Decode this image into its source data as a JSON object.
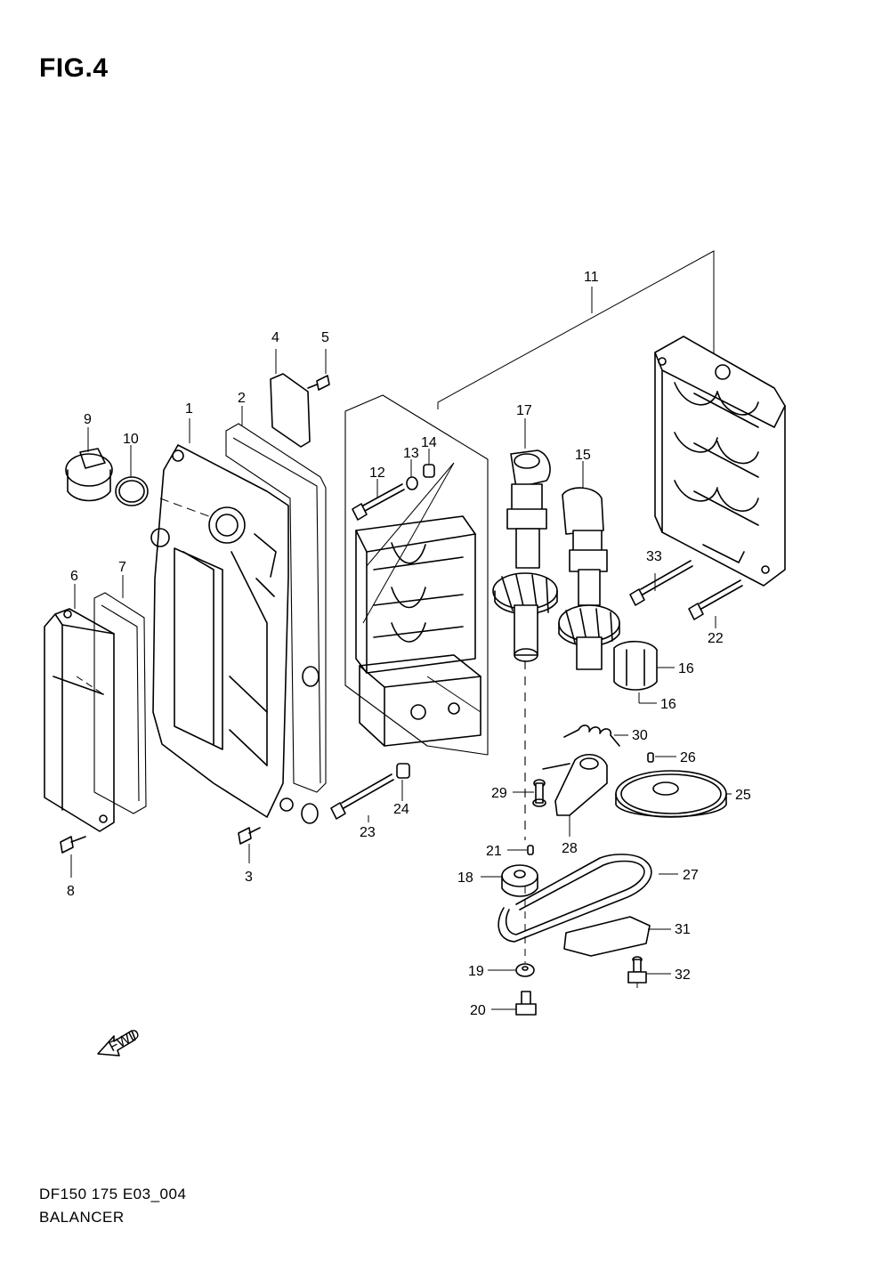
{
  "title": "FIG.4",
  "model_code": "DF150 175 E03_004",
  "section_name": "BALANCER",
  "fwd_arrow_label": "FWD",
  "callouts": [
    "1",
    "2",
    "3",
    "4",
    "5",
    "6",
    "7",
    "8",
    "9",
    "10",
    "11",
    "12",
    "13",
    "14",
    "15",
    "16",
    "16",
    "17",
    "18",
    "19",
    "20",
    "21",
    "22",
    "23",
    "24",
    "25",
    "26",
    "27",
    "28",
    "29",
    "30",
    "31",
    "32",
    "33"
  ]
}
